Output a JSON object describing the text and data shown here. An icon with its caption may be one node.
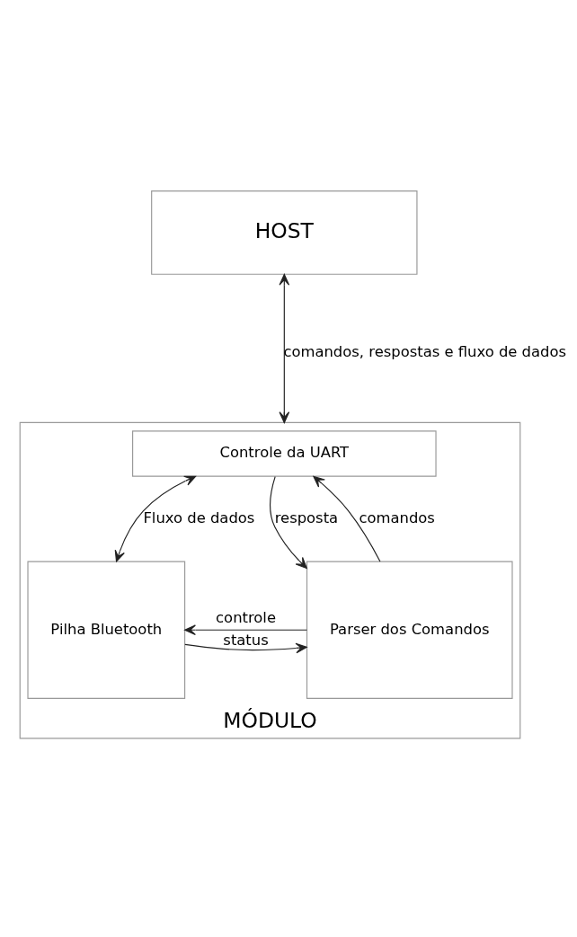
{
  "diagram": {
    "nodes": [
      {
        "text": [
          "HOST"
        ]
      },
      {
        "text": [
          "MÓDULO"
        ]
      },
      {
        "text": [
          "Controle da UART"
        ],
        "in": 1
      },
      {
        "text": [
          "Pilha Bluetooth"
        ],
        "in": 1
      },
      {
        "text": [
          "Parser dos Comandos"
        ],
        "in": 1
      }
    ],
    "edges": [
      {
        "from": 0,
        "to": 1,
        "arrow": "both",
        "label": "comandos, respostas e fluxo de dados"
      },
      {
        "from": 2,
        "to": 3,
        "arrow": "both",
        "label": "Fluxo de dados"
      },
      {
        "from": 2,
        "to": 4,
        "arrow": "to",
        "label": "resposta"
      },
      {
        "from": 4,
        "to": 2,
        "arrow": "to",
        "label": "comandos"
      },
      {
        "from": 4,
        "to": 3,
        "arrow": "to",
        "label": "controle"
      },
      {
        "from": 3,
        "to": 4,
        "arrow": "to",
        "label": "status"
      }
    ]
  }
}
